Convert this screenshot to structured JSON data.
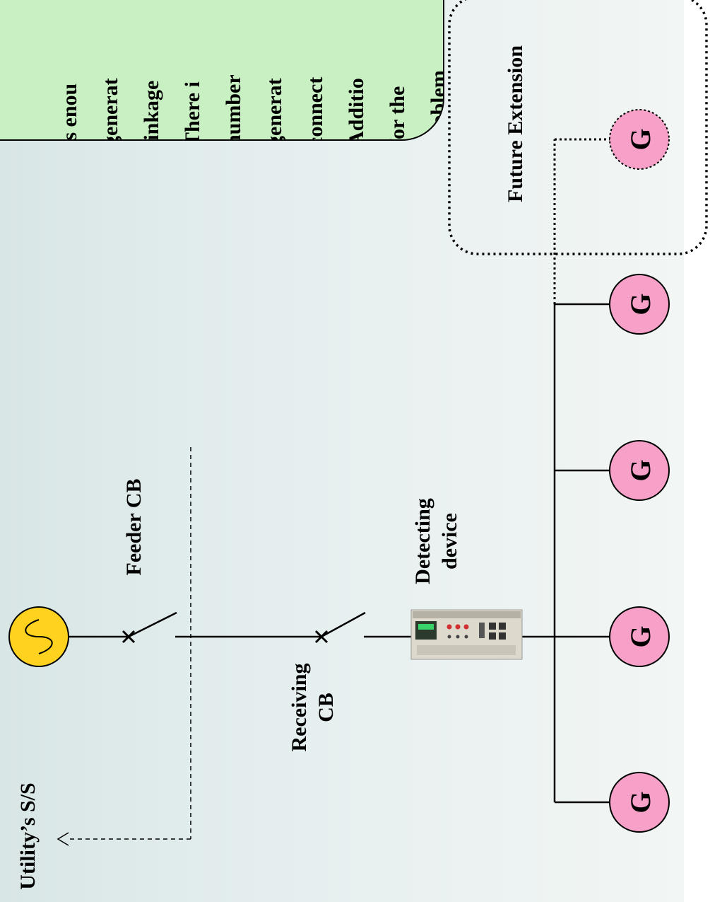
{
  "labels": {
    "utility_ss": "Utility’s S/S",
    "feeder_cb": "Feeder CB",
    "receiving_cb_line1": "Receiving",
    "receiving_cb_line2": "CB",
    "detecting_device_line1": "Detecting",
    "detecting_device_line2": "device",
    "future_extension": "Future Extension",
    "generator": "G"
  },
  "note_lines": [
    "is enou",
    "generat",
    "linkage",
    "There i",
    "number",
    "generat",
    "connect",
    "Additio",
    "for the",
    "problem"
  ],
  "colors": {
    "source_fill": "#ffd21f",
    "generator_fill": "#f7a1c9",
    "note_fill": "#c8f0c2",
    "line": "#000000"
  }
}
